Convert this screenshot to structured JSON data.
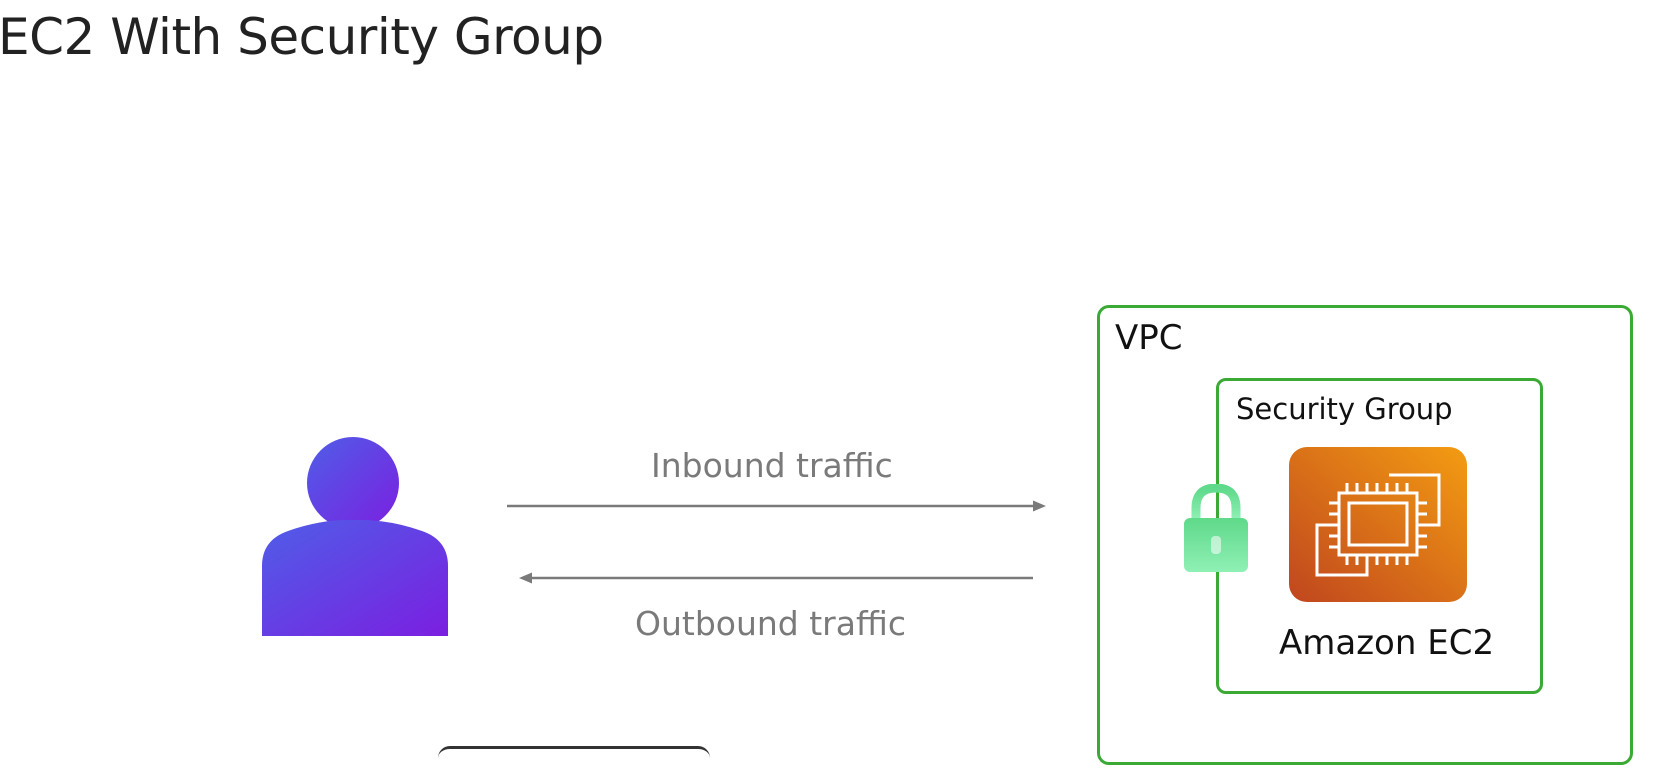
{
  "title": "EC2 With Security Group",
  "traffic": {
    "inbound_label": "Inbound traffic",
    "outbound_label": "Outbound traffic"
  },
  "vpc": {
    "label": "VPC"
  },
  "security_group": {
    "label": "Security Group"
  },
  "ec2": {
    "label": "Amazon EC2"
  },
  "icons": {
    "user": "user-icon",
    "lock": "lock-icon",
    "ec2": "ec2-chip-icon"
  },
  "colors": {
    "container_border": "#3aaa35",
    "arrow": "#7a7a7a",
    "user_gradient_start": "#4f5ee8",
    "user_gradient_end": "#7b1fe0",
    "lock": "#6fe39a",
    "ec2_gradient_start": "#c0461e",
    "ec2_gradient_end": "#f39c12"
  }
}
